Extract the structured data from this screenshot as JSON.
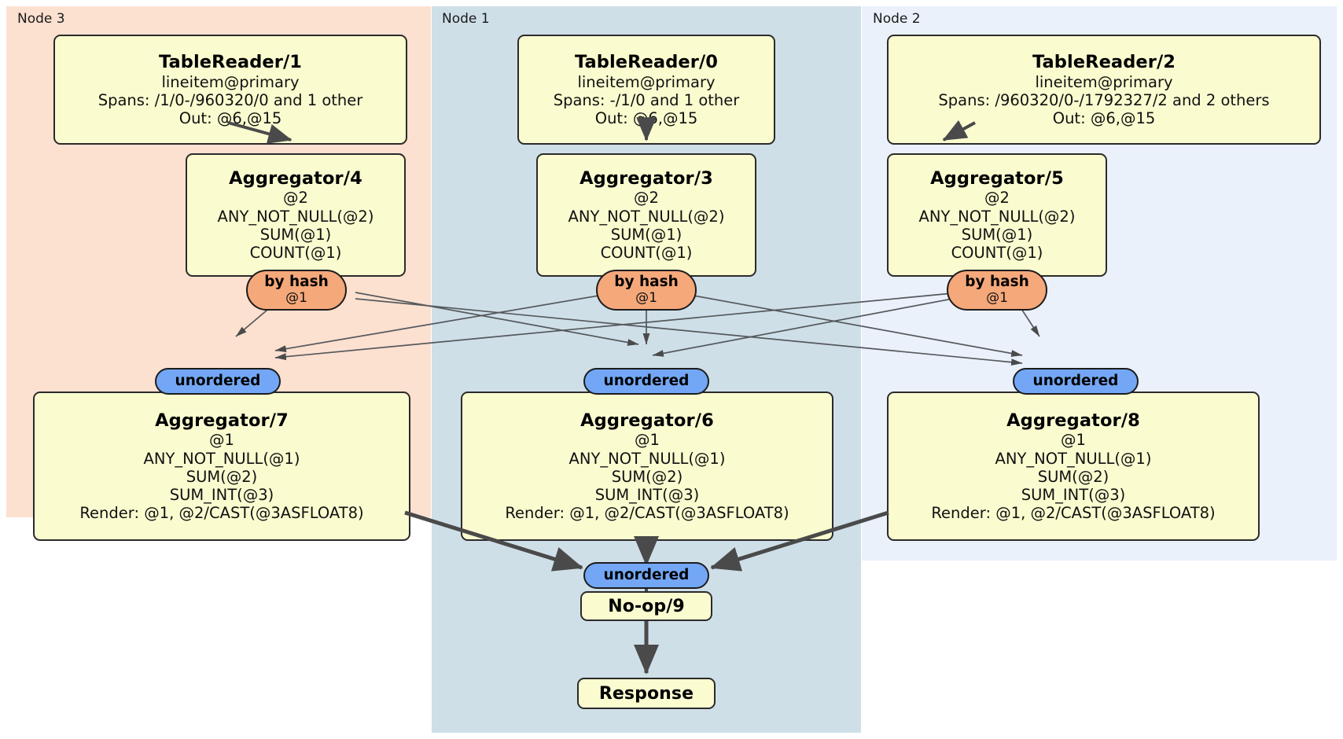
{
  "diagram": {
    "type": "distributed-query-execution-plan",
    "regions": [
      {
        "id": "node3",
        "label": "Node 3",
        "color": "#fce0d0"
      },
      {
        "id": "node1",
        "label": "Node 1",
        "color": "#cfdfe8"
      },
      {
        "id": "node2",
        "label": "Node 2",
        "color": "#eaf1fb"
      }
    ],
    "processors": {
      "table_reader_1": {
        "title": "TableReader/1",
        "lines": [
          "lineitem@primary",
          "Spans: /1/0-/960320/0 and 1 other",
          "Out: @6,@15"
        ]
      },
      "table_reader_0": {
        "title": "TableReader/0",
        "lines": [
          "lineitem@primary",
          "Spans: -/1/0 and 1 other",
          "Out: @6,@15"
        ]
      },
      "table_reader_2": {
        "title": "TableReader/2",
        "lines": [
          "lineitem@primary",
          "Spans: /960320/0-/1792327/2 and 2 others",
          "Out: @6,@15"
        ]
      },
      "aggregator_4": {
        "title": "Aggregator/4",
        "lines": [
          "@2",
          "ANY_NOT_NULL(@2)",
          "SUM(@1)",
          "COUNT(@1)"
        ]
      },
      "aggregator_3": {
        "title": "Aggregator/3",
        "lines": [
          "@2",
          "ANY_NOT_NULL(@2)",
          "SUM(@1)",
          "COUNT(@1)"
        ]
      },
      "aggregator_5": {
        "title": "Aggregator/5",
        "lines": [
          "@2",
          "ANY_NOT_NULL(@2)",
          "SUM(@1)",
          "COUNT(@1)"
        ]
      },
      "aggregator_7": {
        "title": "Aggregator/7",
        "lines": [
          "@1",
          "ANY_NOT_NULL(@1)",
          "SUM(@2)",
          "SUM_INT(@3)",
          "Render: @1, @2/CAST(@3ASFLOAT8)"
        ]
      },
      "aggregator_6": {
        "title": "Aggregator/6",
        "lines": [
          "@1",
          "ANY_NOT_NULL(@1)",
          "SUM(@2)",
          "SUM_INT(@3)",
          "Render: @1, @2/CAST(@3ASFLOAT8)"
        ]
      },
      "aggregator_8": {
        "title": "Aggregator/8",
        "lines": [
          "@1",
          "ANY_NOT_NULL(@1)",
          "SUM(@2)",
          "SUM_INT(@3)",
          "Render: @1, @2/CAST(@3ASFLOAT8)"
        ]
      },
      "noop_9": {
        "title": "No-op/9"
      },
      "response": {
        "title": "Response"
      }
    },
    "routers": {
      "by_hash_left": {
        "label": "by hash",
        "sub": "@1"
      },
      "by_hash_center": {
        "label": "by hash",
        "sub": "@1"
      },
      "by_hash_right": {
        "label": "by hash",
        "sub": "@1"
      },
      "unordered_left": {
        "label": "unordered"
      },
      "unordered_center": {
        "label": "unordered"
      },
      "unordered_right": {
        "label": "unordered"
      },
      "unordered_final": {
        "label": "unordered"
      }
    }
  }
}
